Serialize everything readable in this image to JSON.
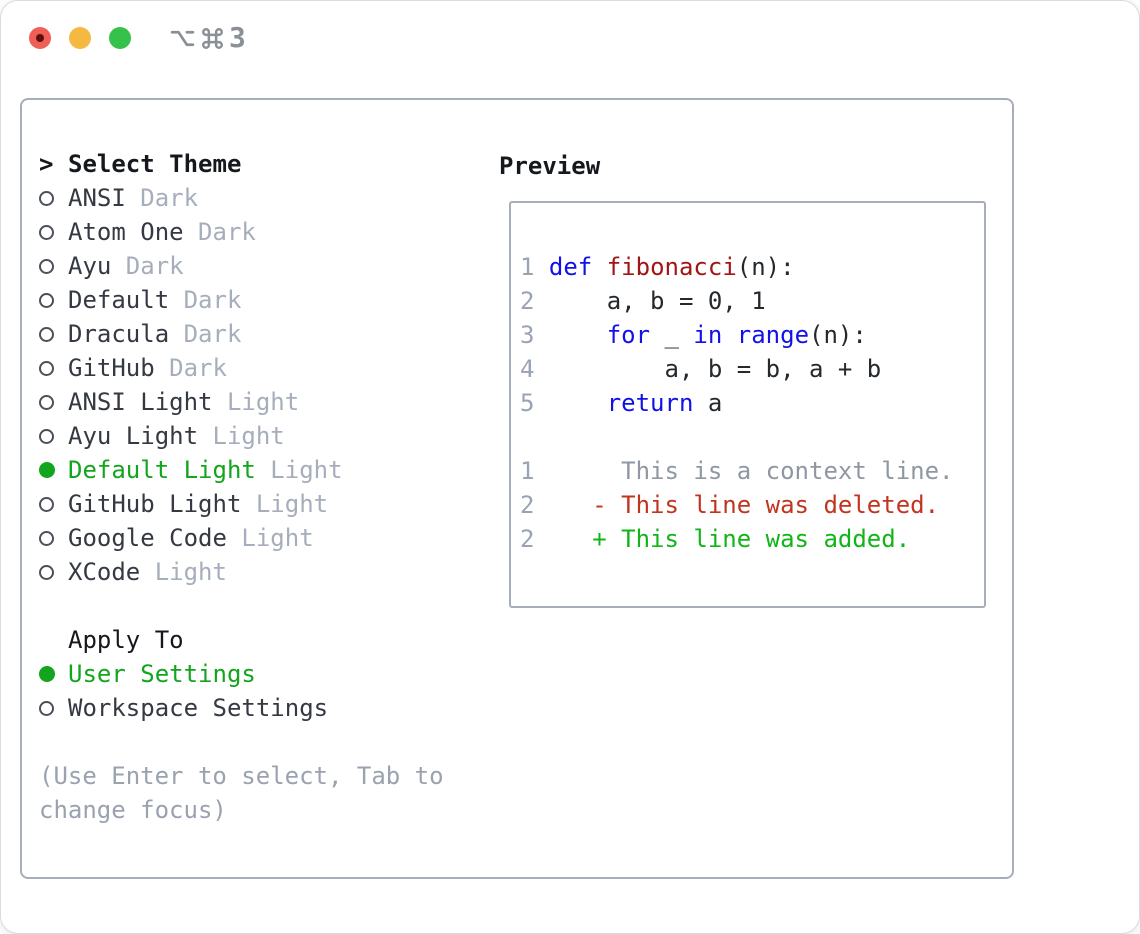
{
  "window": {
    "shortcut_number": "3",
    "shortcut_icons": [
      "option-icon",
      "command-icon"
    ]
  },
  "colors": {
    "traffic_red": "#f05f57",
    "traffic_red_dot": "#5c100d",
    "traffic_yellow": "#f5b840",
    "traffic_green": "#35c24a",
    "selection_green": "#12a51d",
    "keyword_blue": "#1111e8",
    "function_red": "#a31515",
    "diff_deleted_red": "#c1351f",
    "diff_added_green": "#10b517",
    "muted_gray": "#a6aebc",
    "border_gray": "#a8aeb9"
  },
  "theme_panel": {
    "cursor": ">",
    "title": "Select Theme",
    "items": [
      {
        "name": "ANSI",
        "variant": "Dark",
        "selected": false
      },
      {
        "name": "Atom One",
        "variant": "Dark",
        "selected": false
      },
      {
        "name": "Ayu",
        "variant": "Dark",
        "selected": false
      },
      {
        "name": "Default",
        "variant": "Dark",
        "selected": false
      },
      {
        "name": "Dracula",
        "variant": "Dark",
        "selected": false
      },
      {
        "name": "GitHub",
        "variant": "Dark",
        "selected": false
      },
      {
        "name": "ANSI Light",
        "variant": "Light",
        "selected": false
      },
      {
        "name": "Ayu Light",
        "variant": "Light",
        "selected": false
      },
      {
        "name": "Default Light",
        "variant": "Light",
        "selected": true
      },
      {
        "name": "GitHub Light",
        "variant": "Light",
        "selected": false
      },
      {
        "name": "Google Code",
        "variant": "Light",
        "selected": false
      },
      {
        "name": "XCode",
        "variant": "Light",
        "selected": false
      }
    ],
    "apply_to": {
      "title": "Apply To",
      "options": [
        {
          "label": "User Settings",
          "selected": true
        },
        {
          "label": "Workspace Settings",
          "selected": false
        }
      ]
    },
    "help_lines": [
      "(Use Enter to select, Tab to",
      "change focus)"
    ]
  },
  "preview": {
    "title": "Preview",
    "lines": [
      {
        "num": "1",
        "segs": [
          {
            "c": "kw",
            "t": "def"
          },
          {
            "c": "pl",
            "t": " "
          },
          {
            "c": "fn",
            "t": "fibonacci"
          },
          {
            "c": "pl",
            "t": "(n):"
          }
        ]
      },
      {
        "num": "2",
        "segs": [
          {
            "c": "pl",
            "t": "    a, b = 0, 1"
          }
        ]
      },
      {
        "num": "3",
        "segs": [
          {
            "c": "pl",
            "t": "    "
          },
          {
            "c": "kw",
            "t": "for"
          },
          {
            "c": "pl",
            "t": " _ "
          },
          {
            "c": "kw",
            "t": "in"
          },
          {
            "c": "pl",
            "t": " "
          },
          {
            "c": "kw",
            "t": "range"
          },
          {
            "c": "pl",
            "t": "(n):"
          }
        ]
      },
      {
        "num": "4",
        "segs": [
          {
            "c": "pl",
            "t": "        a, b = b, a + b"
          }
        ]
      },
      {
        "num": "5",
        "segs": [
          {
            "c": "pl",
            "t": "    "
          },
          {
            "c": "kw",
            "t": "return"
          },
          {
            "c": "pl",
            "t": " a"
          }
        ]
      },
      {
        "num": "",
        "segs": []
      },
      {
        "num": "1",
        "segs": [
          {
            "c": "ctx",
            "t": "     This is a context line."
          }
        ]
      },
      {
        "num": "2",
        "segs": [
          {
            "c": "del",
            "t": "   - This line was deleted."
          }
        ]
      },
      {
        "num": "2",
        "segs": [
          {
            "c": "add",
            "t": "   + This line was added."
          }
        ]
      }
    ]
  }
}
